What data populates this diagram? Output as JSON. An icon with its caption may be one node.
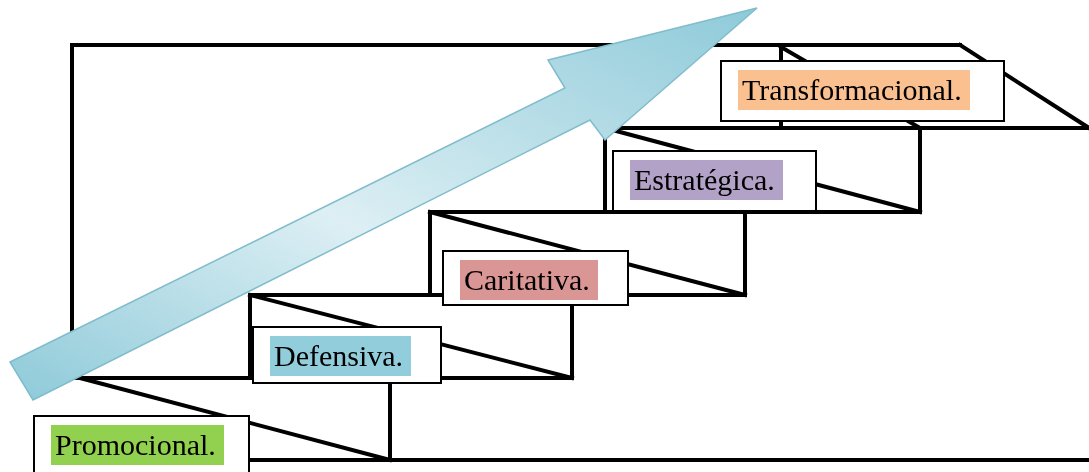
{
  "diagram": {
    "nodes": [
      {
        "text": [
          "Promocional."
        ]
      },
      {
        "text": [
          "Defensiva."
        ]
      },
      {
        "text": [
          "Caritativa."
        ]
      },
      {
        "text": [
          "Estratégica."
        ]
      },
      {
        "text": [
          "Transformacional."
        ]
      }
    ]
  }
}
